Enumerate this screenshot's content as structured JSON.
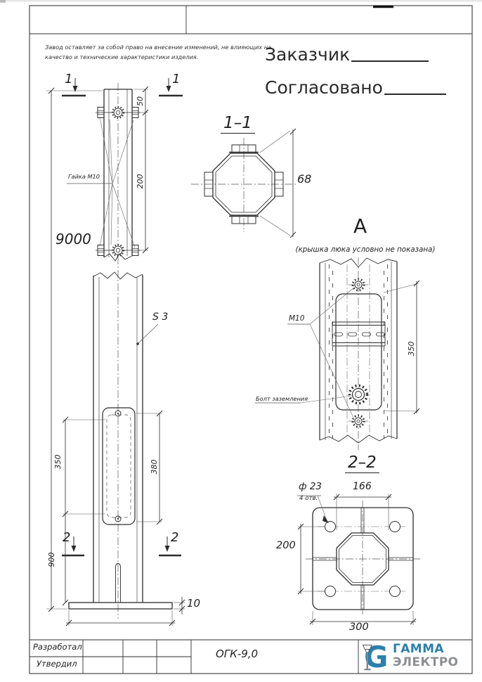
{
  "disclaimer": {
    "line1": "Завод оставляет за собой право на внесение изменений, не влияющих на",
    "line2": "качество и технические характеристики изделия."
  },
  "signoff": {
    "customer_label": "Заказчик",
    "approved_label": "Согласовано"
  },
  "elevation": {
    "section_marker_top": "1",
    "section_marker_bottom": "2",
    "nut_label": "Гайка М10",
    "thickness_label": "S 3",
    "dim_total_height": "9000",
    "dim_top_offset": "50",
    "dim_hole_spacing": "200",
    "dim_hatch_left": "350",
    "dim_hatch_right": "380",
    "dim_base": "900",
    "dim_plate_thickness": "10"
  },
  "section_1_1": {
    "title": "1–1",
    "dim_across": "68"
  },
  "view_a": {
    "title": "А",
    "note": "(крышка люка условно не показана)",
    "bolt_label": "М10",
    "ground_bolt_label": "Болт заземления",
    "dim_hatch_height": "350"
  },
  "section_2_2": {
    "title": "2–2",
    "dim_octagon_width": "166",
    "dim_hole_spacing": "200",
    "dim_plate_width": "300",
    "hole_diameter": "ф 23",
    "hole_count": "4 отв."
  },
  "title_block": {
    "developed_label": "Разработал",
    "approved_label": "Утвердил",
    "product_code": "ОГК-9,0"
  },
  "logo": {
    "monogram": "G",
    "brand_top": "ГАММА",
    "brand_bottom": "ЭЛЕКТРО",
    "blue": "#2b7fad",
    "gray": "#8d9093"
  }
}
